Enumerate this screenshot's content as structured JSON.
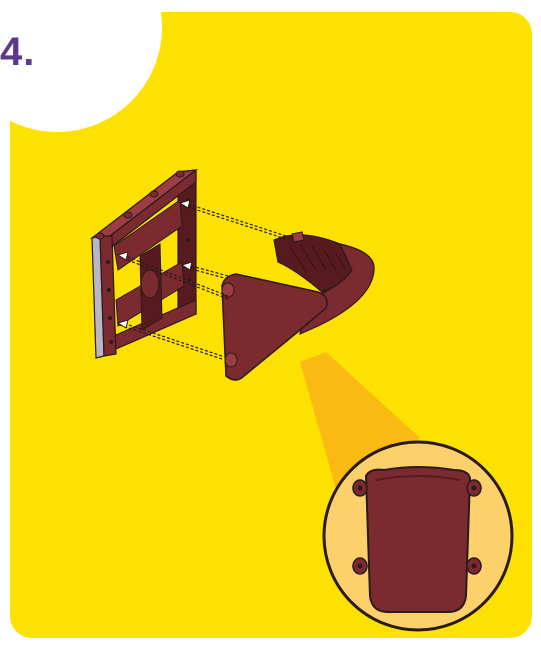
{
  "step": {
    "number_label": "4."
  },
  "colors": {
    "panel_background": "#fde100",
    "badge_background": "#ffffff",
    "step_text": "#5b3a8e",
    "part_main": "#7b2a30",
    "part_dark": "#561a1f",
    "part_highlight": "#9c3d44",
    "callout_beam": "#f7b316",
    "callout_circle_fill": "#fcd06a",
    "outline": "#2b1a1a"
  },
  "icons": {
    "frame": "frame-part-illustration",
    "shell": "shell-part-illustration",
    "arrows": "assembly-arrow-icon",
    "zoom": "zoom-callout-icon"
  }
}
